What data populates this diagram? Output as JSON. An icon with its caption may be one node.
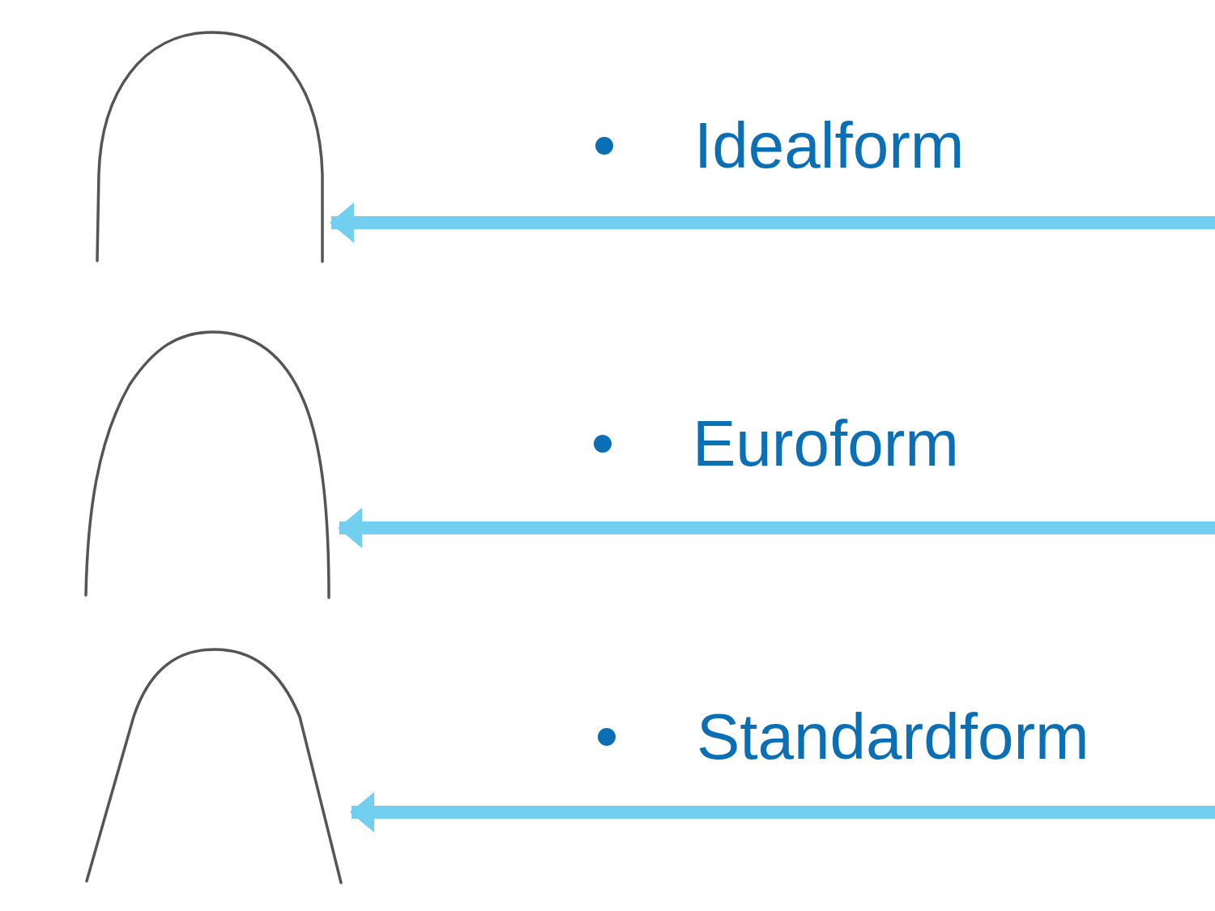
{
  "diagram": {
    "nodes": [
      {
        "text": [],
        "shape": "picture"
      },
      {
        "text": [],
        "shape": "picture"
      },
      {
        "text": [],
        "shape": "picture"
      }
    ],
    "edges": [
      {
        "from": null,
        "to": 0,
        "arrow": "to",
        "label": "Idealform"
      },
      {
        "from": null,
        "to": 1,
        "arrow": "to",
        "label": "Euroform"
      },
      {
        "from": null,
        "to": 2,
        "arrow": "to",
        "label": "Standardform"
      }
    ]
  }
}
